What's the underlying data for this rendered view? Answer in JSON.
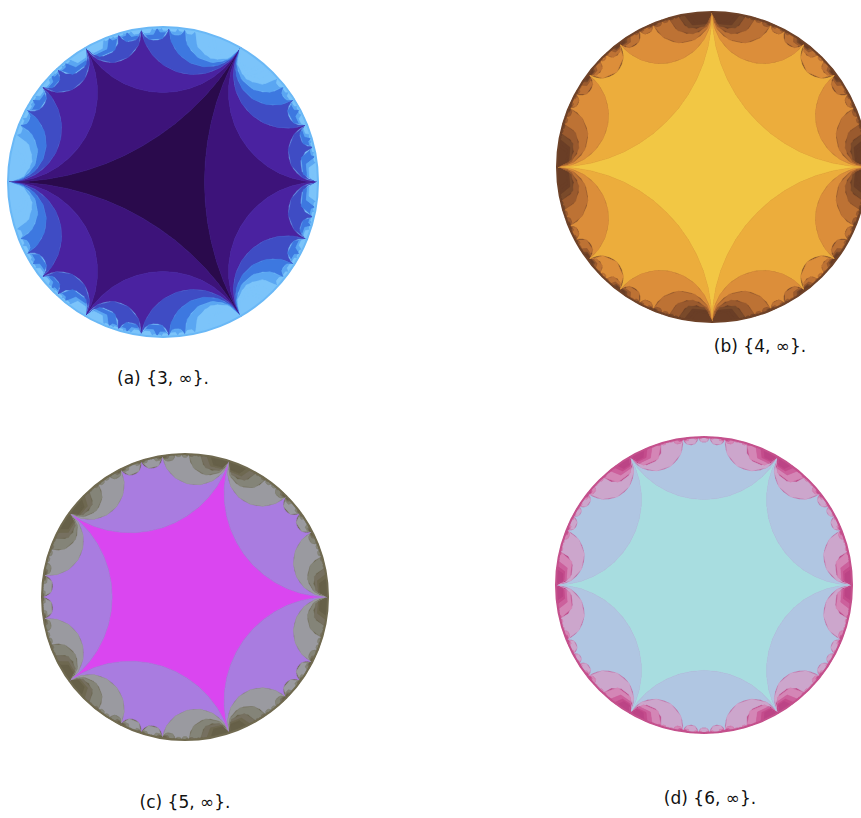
{
  "diagram": {
    "labels": [
      "(a) {3, ∞}.",
      "(b) {4, ∞}.",
      "(c) {5, ∞}.",
      "(d) {6, ∞}."
    ]
  }
}
